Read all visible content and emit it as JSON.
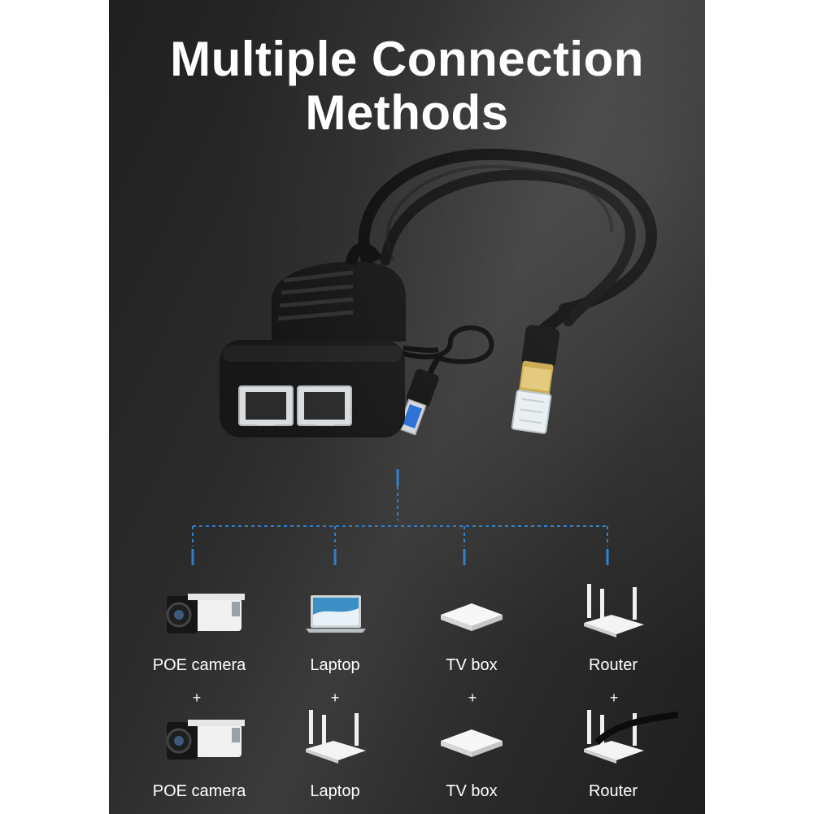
{
  "title": {
    "line1": "Multiple Connection",
    "line2": "Methods"
  },
  "colors": {
    "background": "#2a2a2a",
    "connector": "#2f7fc8",
    "text": "#ffffff"
  },
  "row1": [
    {
      "label": "POE camera",
      "icon": "camera-icon"
    },
    {
      "label": "Laptop",
      "icon": "laptop-icon"
    },
    {
      "label": "TV box",
      "icon": "tv-box-icon"
    },
    {
      "label": "Router",
      "icon": "router-icon"
    }
  ],
  "plus": "+",
  "row2": [
    {
      "label": "POE camera",
      "icon": "camera-icon"
    },
    {
      "label": "Laptop",
      "icon": "router-icon"
    },
    {
      "label": "TV box",
      "icon": "tv-box-icon"
    },
    {
      "label": "Router",
      "icon": "router-icon"
    }
  ]
}
